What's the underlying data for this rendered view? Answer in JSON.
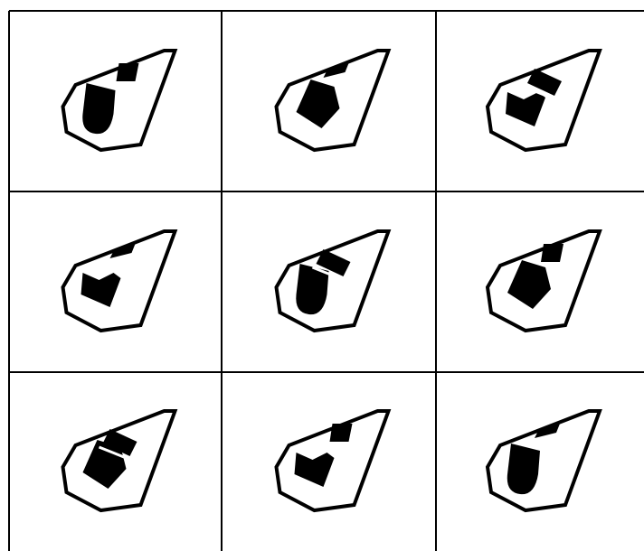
{
  "puzzle": {
    "rows": 3,
    "cols": 3,
    "ink_color": "#000000",
    "paper_color": "#ffffff",
    "cells": [
      {
        "row": 1,
        "col": 1,
        "upper_shape": "small-square",
        "lower_shape": "round-bottom-u",
        "upper_touches_lower": false
      },
      {
        "row": 1,
        "col": 2,
        "upper_shape": "small-parallelogram",
        "lower_shape": "pentagon",
        "upper_touches_lower": false
      },
      {
        "row": 1,
        "col": 3,
        "upper_shape": "rectangle",
        "lower_shape": "notched-m",
        "upper_touches_lower": true
      },
      {
        "row": 2,
        "col": 1,
        "upper_shape": "small-parallelogram",
        "lower_shape": "notched-m",
        "upper_touches_lower": false
      },
      {
        "row": 2,
        "col": 2,
        "upper_shape": "rectangle",
        "lower_shape": "round-bottom-u",
        "upper_touches_lower": true
      },
      {
        "row": 2,
        "col": 3,
        "upper_shape": "small-square",
        "lower_shape": "pentagon",
        "upper_touches_lower": false
      },
      {
        "row": 3,
        "col": 1,
        "upper_shape": "rectangle",
        "lower_shape": "pentagon",
        "upper_touches_lower": true
      },
      {
        "row": 3,
        "col": 2,
        "upper_shape": "small-square",
        "lower_shape": "notched-m",
        "upper_touches_lower": false
      },
      {
        "row": 3,
        "col": 3,
        "upper_shape": "small-parallelogram",
        "lower_shape": "round-bottom-u",
        "upper_touches_lower": false
      }
    ]
  }
}
